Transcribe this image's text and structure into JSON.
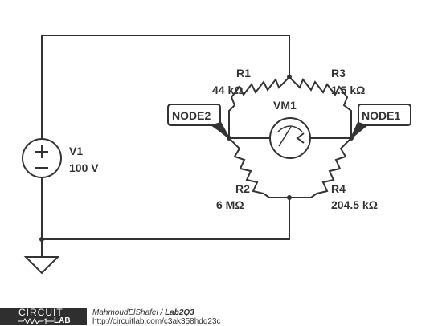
{
  "source": {
    "name": "V1",
    "value": "100 V"
  },
  "resistors": [
    {
      "name": "R1",
      "value": "44 kΩ"
    },
    {
      "name": "R2",
      "value": "6 MΩ"
    },
    {
      "name": "R3",
      "value": "1.5 kΩ"
    },
    {
      "name": "R4",
      "value": "204.5 kΩ"
    }
  ],
  "meter": {
    "name": "VM1"
  },
  "nodes": {
    "left": "NODE2",
    "right": "NODE1"
  },
  "footer": {
    "logo_top": "CIRCUIT",
    "logo_bottom": "LAB",
    "author": "MahmoudElShafei",
    "separator": "/",
    "project": "Lab2Q3",
    "url": "http://circuitlab.com/c3ak358hdq23c"
  },
  "colors": {
    "wire": "#333333",
    "background": "#ffffff",
    "logo_bg": "#2f2f2f"
  }
}
